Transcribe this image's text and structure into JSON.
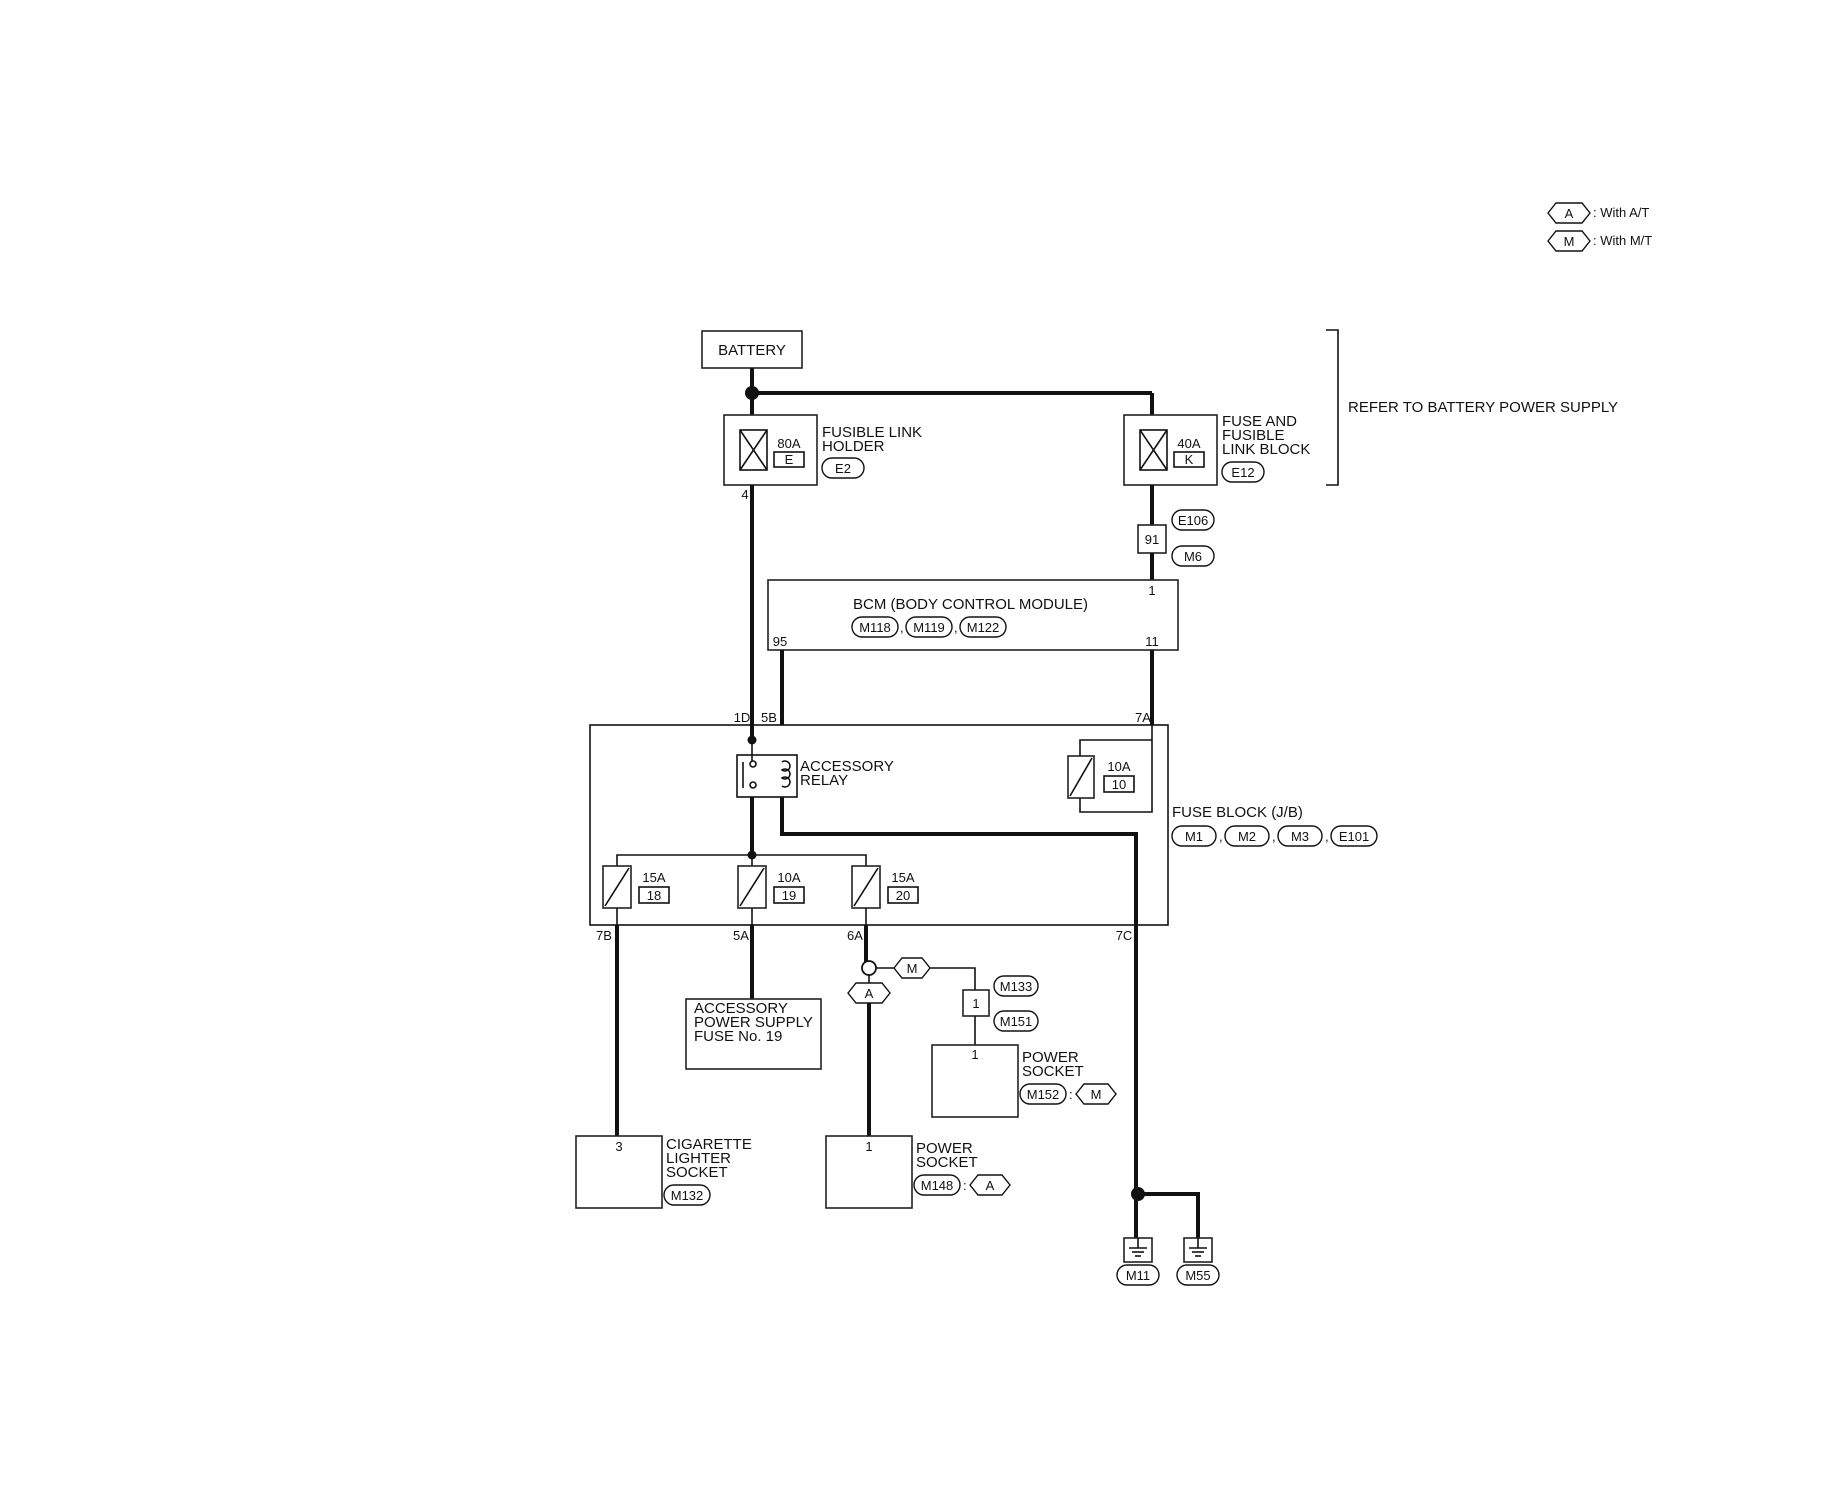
{
  "legend": [
    {
      "code": "A",
      "text": ": With A/T"
    },
    {
      "code": "M",
      "text": ": With M/T"
    }
  ],
  "battery": {
    "label": "BATTERY"
  },
  "refer_note": "REFER TO BATTERY POWER SUPPLY",
  "fusible_link_holder": {
    "rating": "80A",
    "letter": "E",
    "line1": "FUSIBLE LINK",
    "line2": "HOLDER",
    "connector": "E2",
    "terminal": "4"
  },
  "fuse_link_block": {
    "rating": "40A",
    "letter": "K",
    "line1": "FUSE AND",
    "line2": "FUSIBLE",
    "line3": "LINK BLOCK",
    "connector": "E12"
  },
  "joint": {
    "terminal": "91",
    "conn_top": "E106",
    "conn_bottom": "M6"
  },
  "bcm": {
    "title": "BCM (BODY CONTROL MODULE)",
    "connectors": [
      "M118",
      "M119",
      "M122"
    ],
    "term_in": "1",
    "term_left": "95",
    "term_right": "11"
  },
  "fuse_block": {
    "line1": "FUSE BLOCK (J/B)",
    "connectors": [
      "M1",
      "M2",
      "M3",
      "E101"
    ],
    "term_1d": "1D",
    "term_5b": "5B",
    "term_7a": "7A",
    "term_7b": "7B",
    "term_5a": "5A",
    "term_6a": "6A",
    "term_7c": "7C",
    "relay_line1": "ACCESSORY",
    "relay_line2": "RELAY",
    "fuse10": {
      "rating": "10A",
      "no": "10"
    },
    "fuse18": {
      "rating": "15A",
      "no": "18"
    },
    "fuse19": {
      "rating": "10A",
      "no": "19"
    },
    "fuse20": {
      "rating": "15A",
      "no": "20"
    }
  },
  "acc_supply": {
    "line1": "ACCESSORY",
    "line2": "POWER SUPPLY",
    "line3": "FUSE No. 19"
  },
  "branch_m": {
    "code": "M",
    "conn_top": "M133",
    "terminal": "1",
    "conn_bottom": "M151"
  },
  "branch_a": {
    "code": "A"
  },
  "power_socket_m": {
    "terminal": "1",
    "line1": "POWER",
    "line2": "SOCKET",
    "connector": "M152",
    "sep": ":",
    "code": "M"
  },
  "power_socket_a": {
    "terminal": "1",
    "line1": "POWER",
    "line2": "SOCKET",
    "connector": "M148",
    "sep": ":",
    "code": "A"
  },
  "cig_lighter": {
    "terminal": "3",
    "line1": "CIGARETTE",
    "line2": "LIGHTER",
    "line3": "SOCKET",
    "connector": "M132"
  },
  "grounds": [
    {
      "connector": "M11"
    },
    {
      "connector": "M55"
    }
  ],
  "sep_comma": ","
}
